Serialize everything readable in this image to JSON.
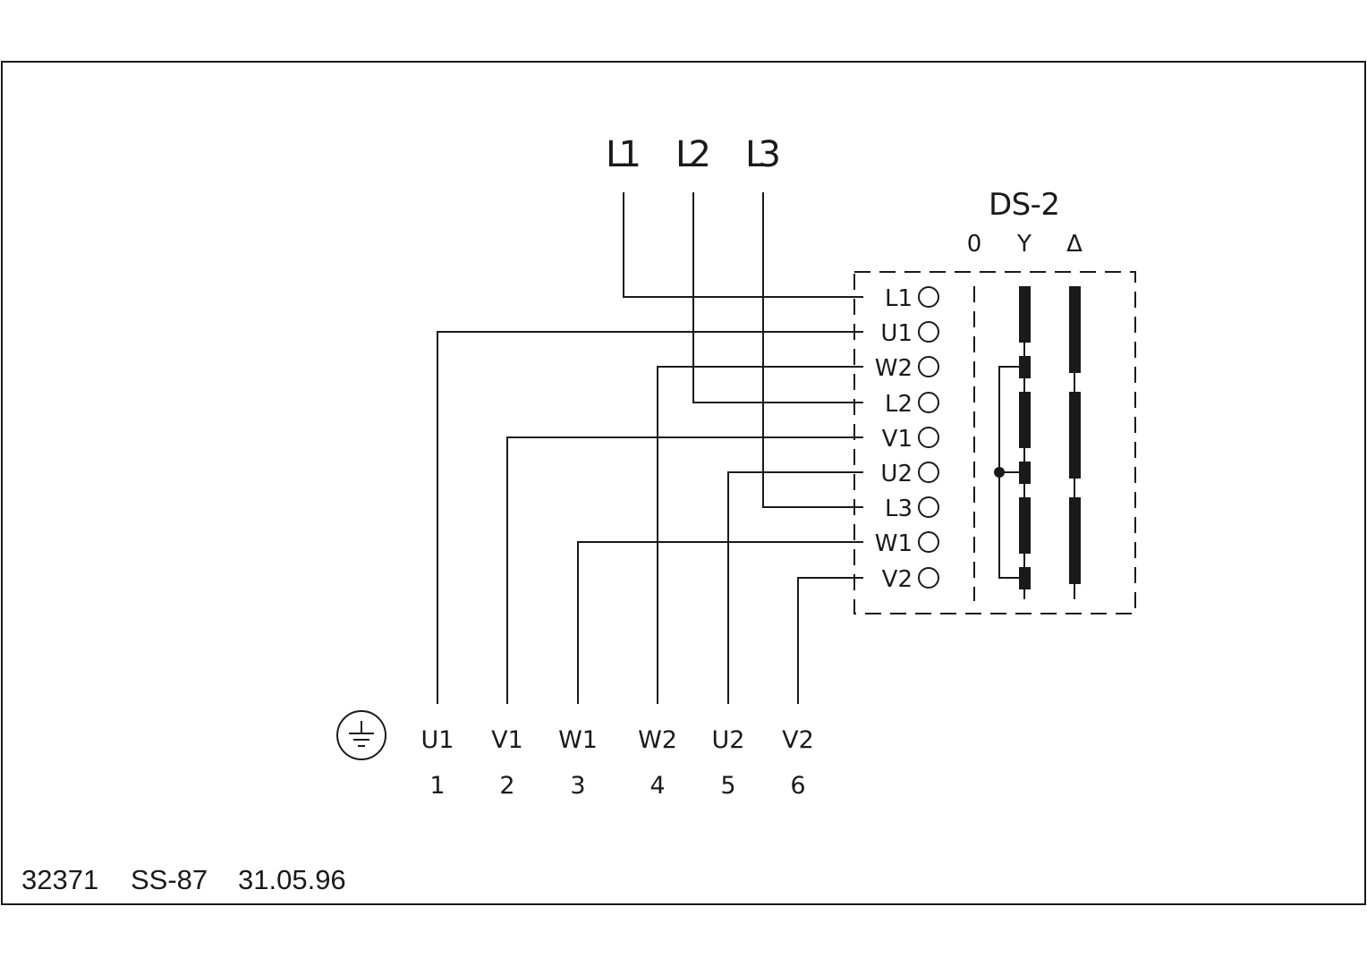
{
  "supply": {
    "lines": [
      "L1",
      "L2",
      "L3"
    ]
  },
  "switch": {
    "name": "DS-2",
    "positions": [
      "0",
      "Y",
      "Δ"
    ],
    "terminals": [
      "L1",
      "U1",
      "W2",
      "L2",
      "V1",
      "U2",
      "L3",
      "W1",
      "V2"
    ]
  },
  "motor": {
    "ground_icon": "protective-earth-icon",
    "terminals": [
      {
        "label": "U1",
        "number": "1"
      },
      {
        "label": "V1",
        "number": "2"
      },
      {
        "label": "W1",
        "number": "3"
      },
      {
        "label": "W2",
        "number": "4"
      },
      {
        "label": "U2",
        "number": "5"
      },
      {
        "label": "V2",
        "number": "6"
      }
    ]
  },
  "footer": {
    "drawing_no": "32371",
    "code": "SS-87",
    "date": "31.05.96"
  }
}
